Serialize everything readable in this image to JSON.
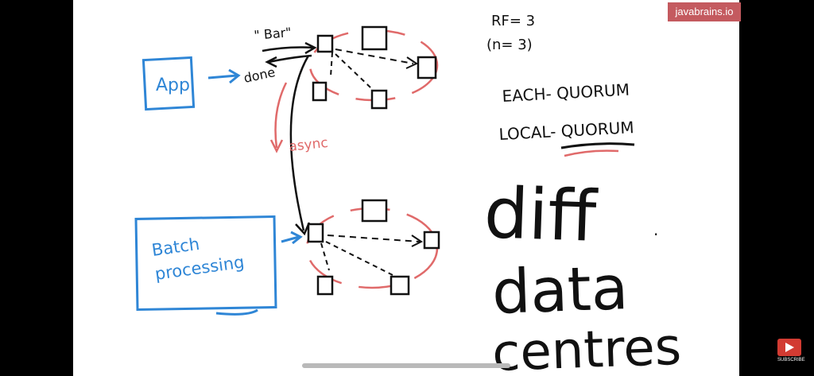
{
  "brand": {
    "label": "javabrains.io"
  },
  "subscribe": {
    "label": "SUBSCRIBE",
    "icon": "play-icon"
  },
  "whiteboard": {
    "app_label": "App",
    "write_value": "\" Bar\"",
    "done_label": "done",
    "async_label": "async",
    "batch_label_line1": "Batch",
    "batch_label_line2": "processing",
    "rf_label": "RF= 3",
    "n_label": "(n= 3)",
    "each_quorum": "EACH- QUORUM",
    "local_quorum": "LOCAL- QUORUM",
    "note_line1": "diff",
    "note_line2": "data",
    "note_line3": "centres"
  },
  "colors": {
    "blue": "#2f86d6",
    "red": "#e06a6a",
    "ink": "#111111"
  }
}
